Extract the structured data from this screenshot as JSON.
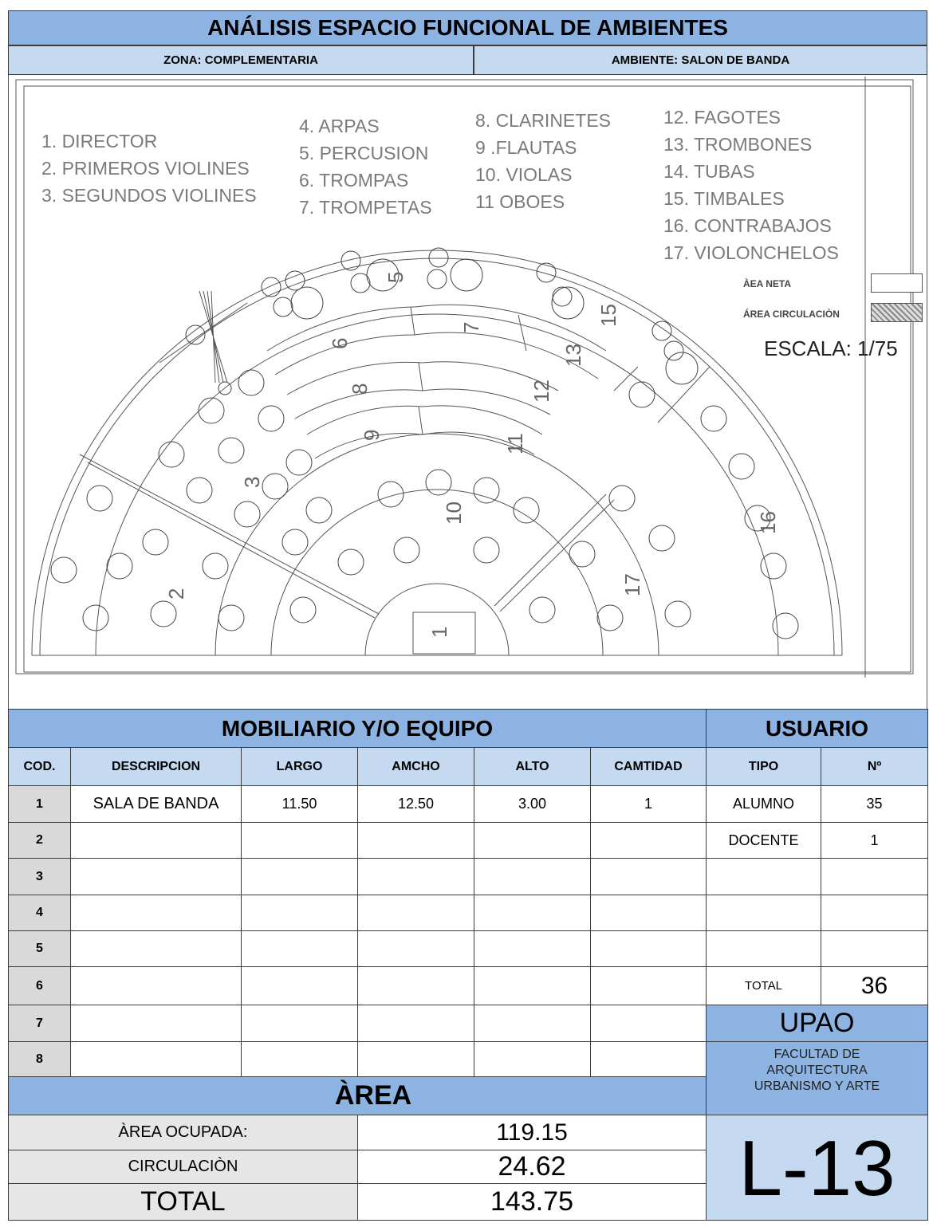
{
  "title": "ANÁLISIS ESPACIO FUNCIONAL DE AMBIENTES",
  "zona": "ZONA: COMPLEMENTARIA",
  "ambiente": "AMBIENTE: SALON DE BANDA",
  "legend": {
    "col1": [
      "1. DIRECTOR",
      "2. PRIMEROS VIOLINES",
      "3. SEGUNDOS VIOLINES"
    ],
    "col2": [
      "4. ARPAS",
      "5. PERCUSION",
      "6. TROMPAS",
      "7. TROMPETAS"
    ],
    "col3": [
      "8. CLARINETES",
      "9 .FLAUTAS",
      "10. VIOLAS",
      "11 OBOES"
    ],
    "col4": [
      "12. FAGOTES",
      "13. TROMBONES",
      "14. TUBAS",
      "15. TIMBALES",
      "16. CONTRABAJOS",
      "17. VIOLONCHELOS"
    ]
  },
  "key": {
    "area_neta": "ÀEA NETA",
    "area_circulacion": "ÁREA CIRCULACIÒN",
    "escala": "ESCALA: 1/75"
  },
  "plan_numbers": [
    "1",
    "2",
    "3",
    "5",
    "6",
    "7",
    "8",
    "9",
    "10",
    "11",
    "12",
    "13",
    "15",
    "16",
    "17"
  ],
  "mobiliario": {
    "title": "MOBILIARIO Y/O EQUIPO",
    "headers": [
      "COD.",
      "DESCRIPCION",
      "LARGO",
      "AMCHO",
      "ALTO",
      "CAMTIDAD"
    ],
    "rows": [
      {
        "cod": "1",
        "descripcion": "SALA DE BANDA",
        "largo": "11.50",
        "ancho": "12.50",
        "alto": "3.00",
        "cantidad": "1"
      },
      {
        "cod": "2",
        "descripcion": "",
        "largo": "",
        "ancho": "",
        "alto": "",
        "cantidad": ""
      },
      {
        "cod": "3",
        "descripcion": "",
        "largo": "",
        "ancho": "",
        "alto": "",
        "cantidad": ""
      },
      {
        "cod": "4",
        "descripcion": "",
        "largo": "",
        "ancho": "",
        "alto": "",
        "cantidad": ""
      },
      {
        "cod": "5",
        "descripcion": "",
        "largo": "",
        "ancho": "",
        "alto": "",
        "cantidad": ""
      },
      {
        "cod": "6",
        "descripcion": "",
        "largo": "",
        "ancho": "",
        "alto": "",
        "cantidad": ""
      },
      {
        "cod": "7",
        "descripcion": "",
        "largo": "",
        "ancho": "",
        "alto": "",
        "cantidad": ""
      },
      {
        "cod": "8",
        "descripcion": "",
        "largo": "",
        "ancho": "",
        "alto": "",
        "cantidad": ""
      }
    ]
  },
  "usuario": {
    "title": "USUARIO",
    "headers": [
      "TIPO",
      "Nº"
    ],
    "rows": [
      {
        "tipo": "ALUMNO",
        "n": "35"
      },
      {
        "tipo": "DOCENTE",
        "n": "1"
      }
    ],
    "total_label": "TOTAL",
    "total_value": "36"
  },
  "institution": {
    "name": "UPAO",
    "faculty_lines": [
      "FACULTAD DE",
      "ARQUITECTURA",
      "URBANISMO Y ARTE"
    ]
  },
  "area": {
    "title": "ÀREA",
    "ocupada_label": "ÀREA OCUPADA:",
    "ocupada_value": "119.15",
    "circulacion_label": "CIRCULACIÒN",
    "circulacion_value": "24.62",
    "total_label": "TOTAL",
    "total_value": "143.75"
  },
  "sheet": "L-13"
}
